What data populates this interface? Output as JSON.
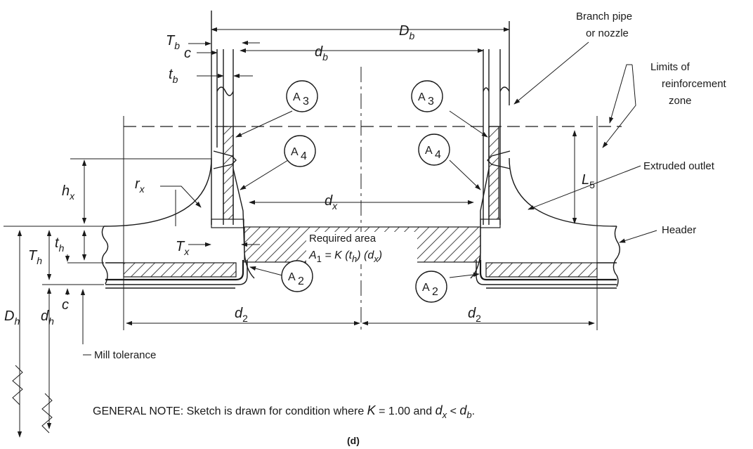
{
  "dims": {
    "Db": "D",
    "Db_sub": "b",
    "Tb": "T",
    "Tb_sub": "b",
    "c_top": "c",
    "db": "d",
    "db_sub": "b",
    "tb": "t",
    "tb_sub": "b",
    "hx": "h",
    "hx_sub": "x",
    "rx": "r",
    "rx_sub": "x",
    "dx": "d",
    "dx_sub": "x",
    "L5": "L",
    "L5_sub": "5",
    "th": "t",
    "th_sub": "h",
    "Th": "T",
    "Th_sub": "h",
    "Tx": "T",
    "Tx_sub": "x",
    "Dh": "D",
    "Dh_sub": "h",
    "dh": "d",
    "dh_sub": "h",
    "c_left": "c",
    "d2_left": "d",
    "d2_left_sub": "2",
    "d2_right": "d",
    "d2_right_sub": "2"
  },
  "areas": {
    "a3_left": "A",
    "a3_left_sub": "3",
    "a3_right": "A",
    "a3_right_sub": "3",
    "a4_left": "A",
    "a4_left_sub": "4",
    "a4_right": "A",
    "a4_right_sub": "4",
    "a2_left": "A",
    "a2_left_sub": "2",
    "a2_right": "A",
    "a2_right_sub": "2"
  },
  "callouts": {
    "branch_line1": "Branch pipe",
    "branch_line2": "or nozzle",
    "limits_line1": "Limits of",
    "limits_line2": "reinforcement",
    "limits_line3": "zone",
    "extruded": "Extruded outlet",
    "header": "Header",
    "mill": "Mill tolerance"
  },
  "required_area": {
    "line1": "Required area",
    "a1": "A",
    "a1_sub": "1",
    "formula_a": " = K (t",
    "formula_h": "h",
    "formula_b": ") (d",
    "formula_x": "x",
    "formula_c": ")"
  },
  "note": {
    "prefix": "GENERAL NOTE: Sketch is drawn for condition where ",
    "k": "K",
    "mid": " = 1.00 and ",
    "dx": "d",
    "dx_sub": "x",
    "lt": " < ",
    "db": "d",
    "db_sub": "b",
    "end": "."
  },
  "caption": "(d)"
}
